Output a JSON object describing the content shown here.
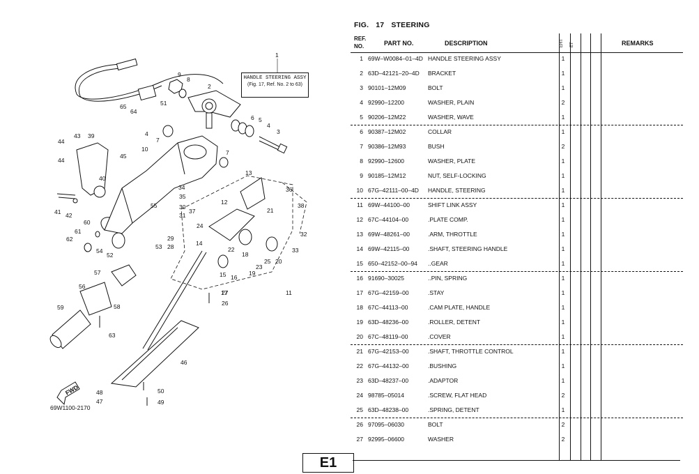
{
  "figure": {
    "fig_label": "FIG.",
    "fig_number": "17",
    "fig_name": "STEERING"
  },
  "diagram": {
    "code": "69W1100-2170",
    "subassembly": {
      "title": "HANDLE STEERING ASSY",
      "ref": "(Fig. 17, Ref. No. 2 to 63)"
    },
    "fwd_label": "FWD",
    "callouts": [
      "1",
      "2",
      "3",
      "4",
      "5",
      "6",
      "7",
      "8",
      "9",
      "10",
      "11",
      "12",
      "13",
      "14",
      "15",
      "16",
      "17",
      "18",
      "19",
      "20",
      "21",
      "22",
      "23",
      "24",
      "25",
      "26",
      "27",
      "28",
      "29",
      "30",
      "31",
      "32",
      "33",
      "34",
      "35",
      "36",
      "37",
      "38",
      "39",
      "40",
      "41",
      "42",
      "43",
      "44",
      "44",
      "45",
      "46",
      "47",
      "48",
      "49",
      "50",
      "51",
      "52",
      "53",
      "54",
      "55",
      "56",
      "57",
      "58",
      "59",
      "60",
      "61",
      "62",
      "63",
      "64",
      "65"
    ]
  },
  "table": {
    "headers": {
      "ref_no_1": "REF.",
      "ref_no_2": "NO.",
      "part_no": "PART NO.",
      "description": "DESCRIPTION",
      "model_1": "EHT",
      "model_2": "ET",
      "remarks": "REMARKS"
    },
    "rows": [
      {
        "no": "1",
        "part": "69W–W0084–01–4D",
        "desc": "HANDLE STEERING ASSY",
        "qty": "1"
      },
      {
        "no": "2",
        "part": "63D–42121–20–4D",
        "desc": "BRACKET",
        "qty": "1"
      },
      {
        "no": "3",
        "part": "90101–12M09",
        "desc": "BOLT",
        "qty": "1"
      },
      {
        "no": "4",
        "part": "92990–12200",
        "desc": "WASHER, PLAIN",
        "qty": "2"
      },
      {
        "no": "5",
        "part": "90206–12M22",
        "desc": "WASHER, WAVE",
        "qty": "1"
      },
      {
        "no": "6",
        "part": "90387–12M02",
        "desc": "COLLAR",
        "qty": "1"
      },
      {
        "no": "7",
        "part": "90386–12M93",
        "desc": "BUSH",
        "qty": "2"
      },
      {
        "no": "8",
        "part": "92990–12600",
        "desc": "WASHER, PLATE",
        "qty": "1"
      },
      {
        "no": "9",
        "part": "90185–12M12",
        "desc": "NUT, SELF-LOCKING",
        "qty": "1"
      },
      {
        "no": "10",
        "part": "67G–42111–00–4D",
        "desc": "HANDLE, STEERING",
        "qty": "1"
      },
      {
        "no": "11",
        "part": "69W–44100–00",
        "desc": "SHIFT LINK ASSY",
        "qty": "1"
      },
      {
        "no": "12",
        "part": "67C–44104–00",
        "desc": ".PLATE COMP.",
        "qty": "1"
      },
      {
        "no": "13",
        "part": "69W–48261–00",
        "desc": ".ARM, THROTTLE",
        "qty": "1"
      },
      {
        "no": "14",
        "part": "69W–42115–00",
        "desc": ".SHAFT, STEERING HANDLE",
        "qty": "1"
      },
      {
        "no": "15",
        "part": "650–42152–00–94",
        "desc": "..GEAR",
        "qty": "1"
      },
      {
        "no": "16",
        "part": "91690–30025",
        "desc": "..PIN, SPRING",
        "qty": "1"
      },
      {
        "no": "17",
        "part": "67G–42159–00",
        "desc": ".STAY",
        "qty": "1"
      },
      {
        "no": "18",
        "part": "67C–44113–00",
        "desc": ".CAM PLATE, HANDLE",
        "qty": "1"
      },
      {
        "no": "19",
        "part": "63D–48236–00",
        "desc": ".ROLLER, DETENT",
        "qty": "1"
      },
      {
        "no": "20",
        "part": "67C–48119–00",
        "desc": ".COVER",
        "qty": "1"
      },
      {
        "no": "21",
        "part": "67G–42153–00",
        "desc": ".SHAFT, THROTTLE CONTROL",
        "qty": "1"
      },
      {
        "no": "22",
        "part": "67G–44132–00",
        "desc": ".BUSHING",
        "qty": "1"
      },
      {
        "no": "23",
        "part": "63D–48237–00",
        "desc": ".ADAPTOR",
        "qty": "1"
      },
      {
        "no": "24",
        "part": "98785–05014",
        "desc": ".SCREW, FLAT HEAD",
        "qty": "2"
      },
      {
        "no": "25",
        "part": "63D–48238–00",
        "desc": ".SPRING, DETENT",
        "qty": "1"
      },
      {
        "no": "26",
        "part": "97095–06030",
        "desc": "BOLT",
        "qty": "2"
      },
      {
        "no": "27",
        "part": "92995–06600",
        "desc": "WASHER",
        "qty": "2"
      }
    ]
  },
  "page_code": "E1"
}
